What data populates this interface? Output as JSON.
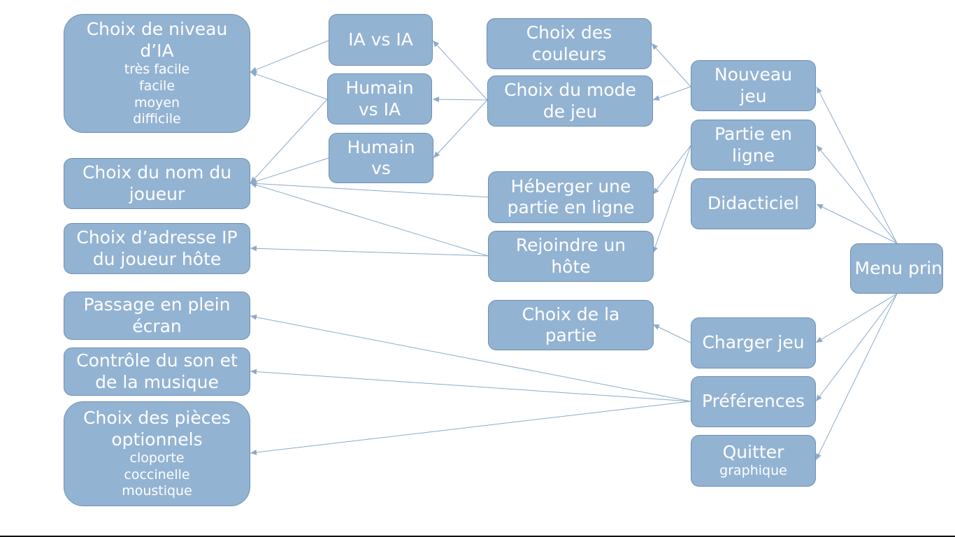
{
  "colors": {
    "node_fill": "#93b3d3",
    "node_border": "#6e8fb2",
    "edge": "#8aaacb",
    "text": "#ffffff"
  },
  "nodes": {
    "choix_niveau_ia": {
      "title": "Choix de niveau d’IA",
      "sub": [
        "très facile",
        "facile",
        "moyen",
        "difficile"
      ]
    },
    "ia_vs_ia": {
      "title": "IA vs IA"
    },
    "humain_vs_ia": {
      "title": "Humain vs IA"
    },
    "humain_vs": {
      "title": "Humain vs"
    },
    "choix_couleurs": {
      "title": "Choix des couleurs"
    },
    "choix_mode": {
      "title": "Choix du mode de jeu"
    },
    "nouveau_jeu": {
      "title": "Nouveau jeu"
    },
    "partie_en_ligne": {
      "title": "Partie en ligne"
    },
    "didacticiel": {
      "title": "Didacticiel"
    },
    "choix_nom_joueur": {
      "title": "Choix du nom du joueur"
    },
    "heberger": {
      "title": "Héberger une partie en ligne"
    },
    "rejoindre": {
      "title": "Rejoindre un hôte"
    },
    "choix_ip": {
      "title": "Choix d’adresse IP du joueur hôte"
    },
    "menu_principal": {
      "title": "Menu principa"
    },
    "plein_ecran": {
      "title": "Passage en plein écran"
    },
    "choix_partie": {
      "title": "Choix de la partie"
    },
    "charger_jeu": {
      "title": "Charger jeu"
    },
    "controle_son": {
      "title": "Contrôle du son et de la musique"
    },
    "preferences": {
      "title": "Préférences"
    },
    "choix_pieces": {
      "title": "Choix des pièces optionnels",
      "sub": [
        "cloporte",
        "coccinelle",
        "moustique"
      ]
    },
    "quitter": {
      "title": "Quitter",
      "sub": [
        "graphique"
      ]
    }
  }
}
